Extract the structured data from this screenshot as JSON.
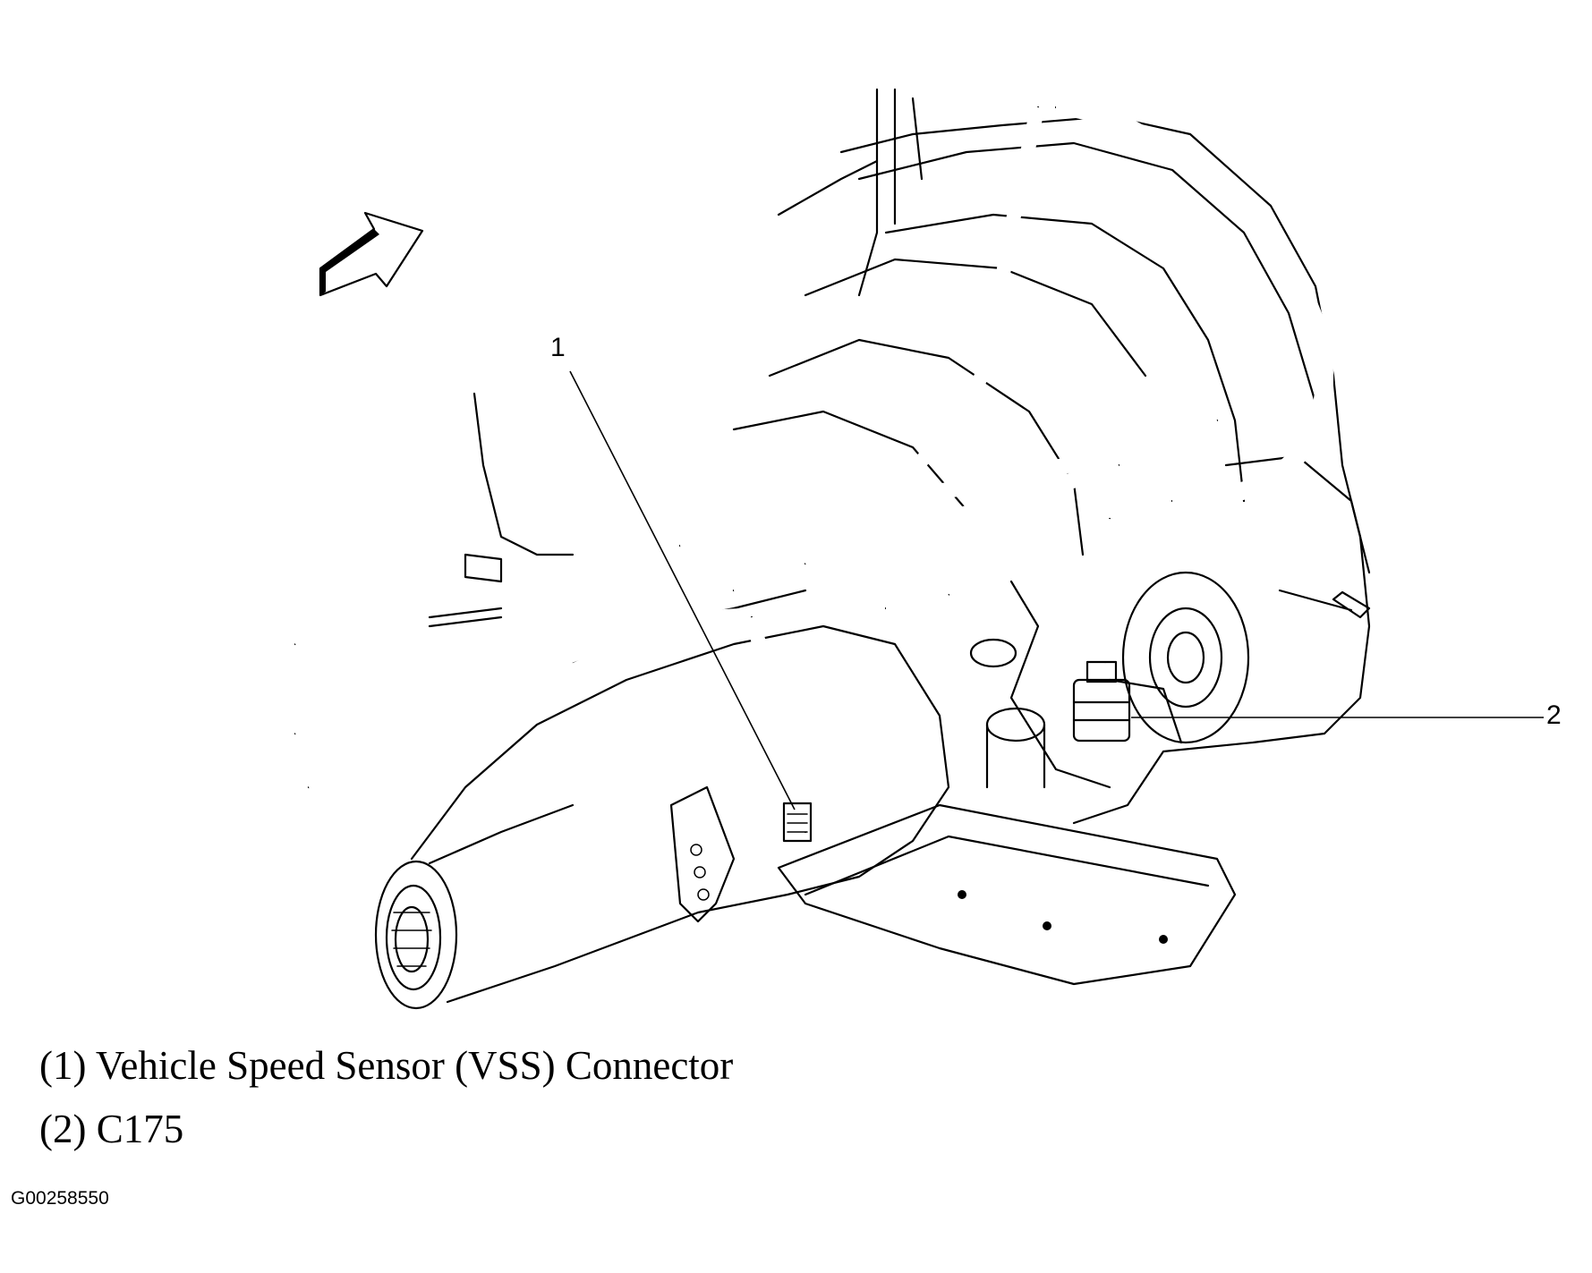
{
  "callouts": [
    {
      "number": "1",
      "description": "Vehicle Speed Sensor (VSS) Connector"
    },
    {
      "number": "2",
      "description": "C175"
    }
  ],
  "legend": [
    "(1) Vehicle Speed Sensor (VSS) Connector",
    "(2) C175"
  ],
  "figure_id": "G00258550",
  "icons": {
    "direction": "front-direction-arrow-icon"
  }
}
